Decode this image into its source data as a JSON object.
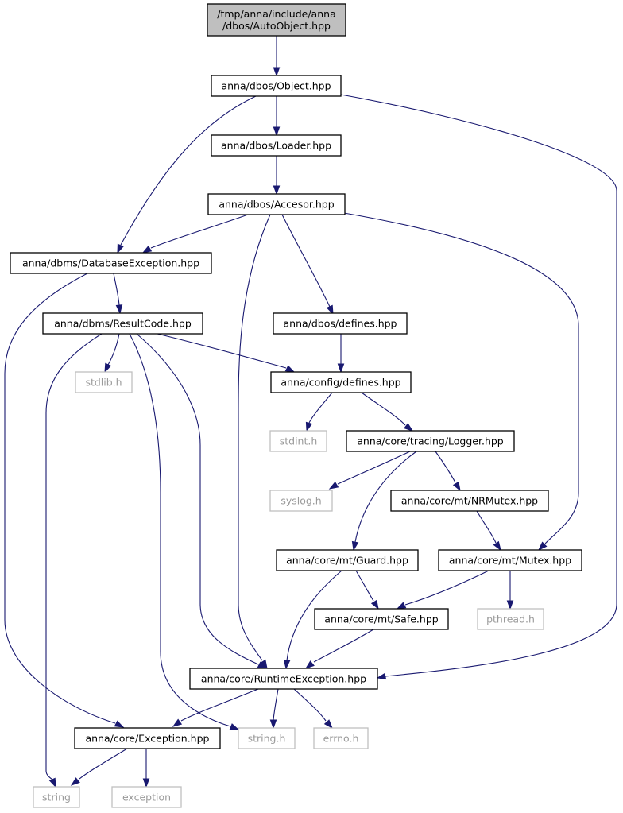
{
  "graph": {
    "edge_color": "#191970",
    "root_fill": "#bfbfbf",
    "system_border": "#bfbfbf",
    "nodes": {
      "root": [
        "/tmp/anna/include/anna",
        "/dbos/AutoObject.hpp"
      ],
      "object": [
        "anna/dbos/Object.hpp"
      ],
      "loader": [
        "anna/dbos/Loader.hpp"
      ],
      "accesor": [
        "anna/dbos/Accesor.hpp"
      ],
      "dbexception": [
        "anna/dbms/DatabaseException.hpp"
      ],
      "resultcode": [
        "anna/dbms/ResultCode.hpp"
      ],
      "dbosdefines": [
        "anna/dbos/defines.hpp"
      ],
      "stdlib": [
        "stdlib.h"
      ],
      "configdefines": [
        "anna/config/defines.hpp"
      ],
      "stdint": [
        "stdint.h"
      ],
      "logger": [
        "anna/core/tracing/Logger.hpp"
      ],
      "syslog": [
        "syslog.h"
      ],
      "nrmutex": [
        "anna/core/mt/NRMutex.hpp"
      ],
      "guard": [
        "anna/core/mt/Guard.hpp"
      ],
      "mutex": [
        "anna/core/mt/Mutex.hpp"
      ],
      "safe": [
        "anna/core/mt/Safe.hpp"
      ],
      "pthread": [
        "pthread.h"
      ],
      "runtime": [
        "anna/core/RuntimeException.hpp"
      ],
      "exception_hpp": [
        "anna/core/Exception.hpp"
      ],
      "stringh": [
        "string.h"
      ],
      "errno": [
        "errno.h"
      ],
      "string": [
        "string"
      ],
      "exception": [
        "exception"
      ]
    }
  }
}
